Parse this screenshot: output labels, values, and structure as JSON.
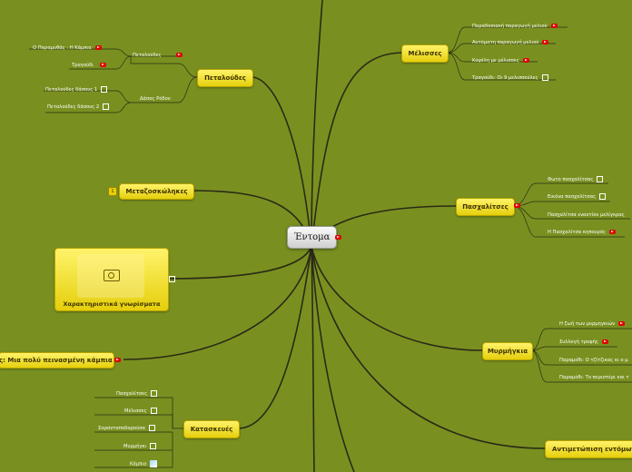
{
  "central": {
    "label": "Έντομα"
  },
  "topics": {
    "melisses": "Μέλισσες",
    "petaloudes": "Πεταλούδες",
    "metazo": "Μεταζοσκώληκες",
    "xarakt": "Χαρακτηριστικά γνωρίσματα",
    "kampia": "ς: Μια πολύ πεινασμένη κάμπια",
    "kataskeves": "Κατασκευές",
    "paschalites": "Πασχαλίτσες",
    "myrmigia": "Μυρμήγκια",
    "antimetopisi": "Αντιμετώπιση εντόμων"
  },
  "melisses_items": [
    "Παραδοσιακή παραγωγή μελιού",
    "Αυτόματη παραγωγή μελιού",
    "Κυψέλη με μέλισσες",
    "Τραγούδι: Οι 9 μελισσούλες"
  ],
  "petaloudes_group1": {
    "label": "Πεταλούδες",
    "items": [
      "Ο Παραμυθάς : Η Κάμπια",
      "Τραγούδι"
    ]
  },
  "petaloudes_group2": {
    "label": "Δάσος Ρόδου",
    "items": [
      "Πεταλούδες δάσους 1",
      "Πεταλούδες δάσους 2"
    ]
  },
  "paschalites_items": [
    "Φωτο πασχαλίτσας",
    "Εικόνα πασχαλίτσας",
    "Πασχαλίτσα εναντίον μελίγκρας",
    "Η Πασχαλίτσα κηπουρός"
  ],
  "myrmigia_items": [
    "Η ζωή των μυρμηγκιών",
    "Συλλογή τροφής",
    "Παραμύθι: Ο τζίτζικας κι ο μ",
    "Παραμύθι: Το περιστέρι και τ"
  ],
  "kataskeves_items": [
    "Πασχαλίτσες",
    "Μέλισσες",
    "Σαρανταποδαρούσα",
    "Μυρμήγκι",
    "Κάμπια"
  ],
  "metazo_count": "1",
  "colors": {
    "background": "#799020",
    "topic": "#f5e21a",
    "badge": "#e00000"
  }
}
